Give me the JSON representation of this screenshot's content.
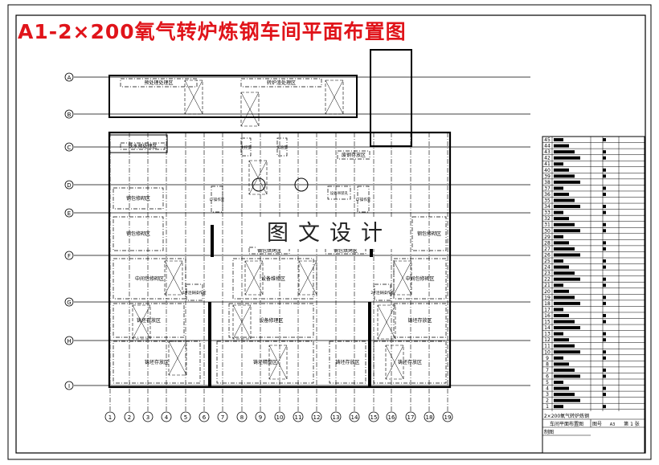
{
  "title": "A1-2×200氧气转炉炼钢车间平面布置图",
  "watermark": "图文设计",
  "colors": {
    "title": "#e0141a",
    "lines": "#000000"
  },
  "row_axes": [
    "A",
    "B",
    "C",
    "D",
    "E",
    "F",
    "G",
    "H",
    "I"
  ],
  "column_axes": [
    "1",
    "2",
    "3",
    "4",
    "5",
    "6",
    "7",
    "8",
    "9",
    "10",
    "11",
    "12",
    "13",
    "14",
    "15",
    "16",
    "17",
    "18",
    "19"
  ],
  "zones": {
    "pretreat": "预处理处理区",
    "converter_top": "转炉渣处理区",
    "iron_pretreat": "铁水预处理区",
    "ladle_repair_1": "钢包修砌区",
    "ladle_repair_2": "钢包修砌区",
    "ladle_repair_3": "钢包修砌区",
    "tundish_1": "中间包修砌区",
    "tundish_2": "中间包修砌区",
    "equip_repair": "设备维修区",
    "equip_maint": "设备修理区",
    "ladle_bake_1": "钢包烘烤区",
    "ladle_bake_2": "钢包烘烤区",
    "billet_1": "铸坯存放区",
    "billet_2": "铸坯存放区",
    "billet_3": "铸坯存放区",
    "billet_4": "铸坯存放区",
    "billet_5": "铸坯存放区",
    "billet_finish": "铸坯精整区",
    "lf_room_1": "LF操作室",
    "lf_room_2": "LF操作室",
    "control_1": "主控室",
    "lab": "化验室",
    "cc_room_1": "1#连铸操作室",
    "cc_room_2": "2#连铸操作室",
    "equip_hole": "设备吊装孔",
    "scrap": "废钢存放区"
  },
  "title_block": {
    "row_numbers": [
      "45",
      "44",
      "43",
      "42",
      "41",
      "40",
      "39",
      "38",
      "37",
      "36",
      "35",
      "34",
      "33",
      "32",
      "31",
      "30",
      "29",
      "28",
      "27",
      "26",
      "25",
      "24",
      "23",
      "22",
      "21",
      "20",
      "19",
      "18",
      "17",
      "16",
      "15",
      "14",
      "13",
      "12",
      "11",
      "10",
      "9",
      "8",
      "7",
      "6",
      "5",
      "4",
      "3",
      "2",
      "1"
    ],
    "drawing_name_1": "2×200氧气转炉炼钢",
    "drawing_name_2": "车间平面布置图",
    "drawing_no_label": "图号",
    "size": "A3",
    "sheet": "第 1 张",
    "drawn_by": "制图"
  }
}
